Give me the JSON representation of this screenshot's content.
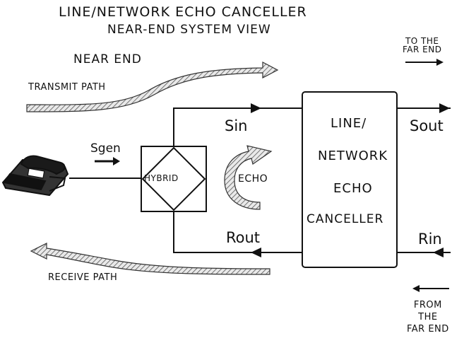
{
  "title": {
    "line1": "LINE/NETWORK ECHO CANCELLER",
    "line2": "NEAR-END SYSTEM VIEW"
  },
  "labels": {
    "near_end": "NEAR END",
    "transmit_path": "TRANSMIT PATH",
    "receive_path": "RECEIVE PATH",
    "to_far_end": [
      "TO THE",
      "FAR END"
    ],
    "from_far_end": [
      "FROM",
      "THE",
      "FAR END"
    ],
    "sgen": "Sgen",
    "hybrid": "HYBRID",
    "echo": "ECHO",
    "sin": "Sin",
    "sout": "Sout",
    "rout": "Rout",
    "rin": "Rin",
    "canceller_box": [
      "LINE/",
      "NETWORK",
      "ECHO",
      "CANCELLER"
    ]
  },
  "icons": {
    "phone": "telephone-icon"
  }
}
